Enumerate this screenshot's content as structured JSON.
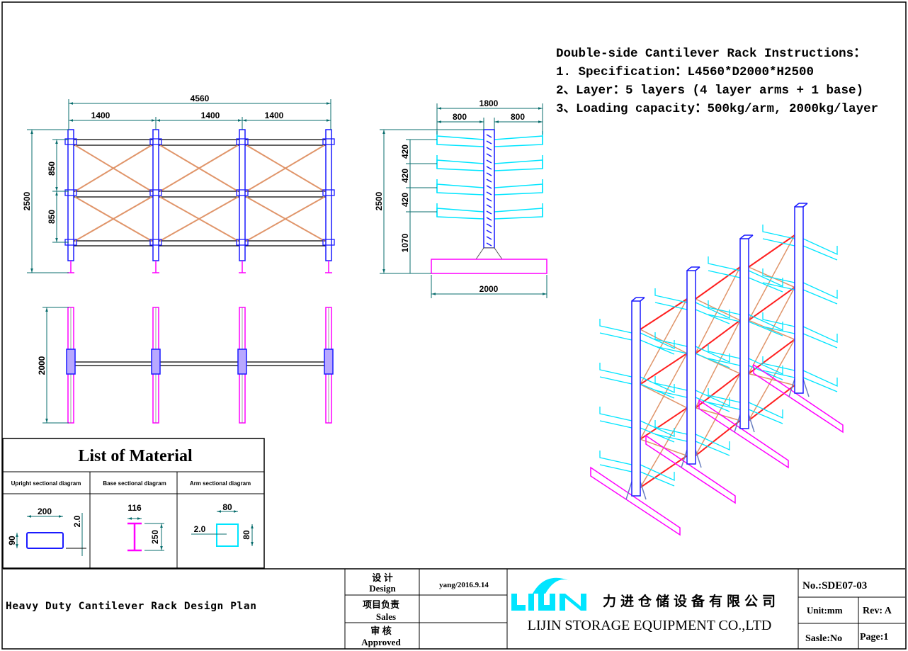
{
  "instructions": {
    "title": "Double-side Cantilever Rack Instructions：",
    "lines": [
      "1. Specification：L4560*D2000*H2500",
      "2、Layer：5 layers (4 layer arms + 1 base)",
      "3、Loading capacity：500kg/arm, 2000kg/layer"
    ]
  },
  "front_view": {
    "total_length": "4560",
    "bays": [
      "1400",
      "1400",
      "1400"
    ],
    "height": "2500",
    "spacings": [
      "850",
      "850"
    ]
  },
  "top_view": {
    "depth": "2000"
  },
  "side_view": {
    "width": "1800",
    "arm_lengths": [
      "800",
      "800"
    ],
    "height": "2500",
    "arm_spacings": [
      "420",
      "420",
      "420",
      "1070"
    ],
    "base_length": "2000"
  },
  "material_list": {
    "title": "List of Material",
    "columns": [
      "Upright sectional diagram",
      "Base sectional diagram",
      "Arm sectional diagram"
    ],
    "upright": {
      "width": "200",
      "height": "90",
      "thickness": "2.0"
    },
    "base": {
      "width": "116",
      "height": "250"
    },
    "arm": {
      "width": "80",
      "height": "80",
      "thickness": "2.0"
    }
  },
  "title_block": {
    "drawing_title": "Heavy Duty Cantilever Rack Design Plan",
    "design_cn": "设 计",
    "design_en": "Design",
    "design_value": "yang/2016.9.14",
    "sales_cn": "项目负责",
    "sales_en": "Sales",
    "approved_cn": "审 核",
    "approved_en": "Approved",
    "company_cn": "力进仓储设备有限公司",
    "company_en": "LIJIN STORAGE EQUIPMENT CO.,LTD",
    "logo_text": "LIJIN",
    "number": "No.:SDE07-03",
    "unit": "Unit:mm",
    "rev": "Rev: A",
    "scale": "Sasle:No",
    "page": "Page:1"
  },
  "colors": {
    "upright": "#1a1aff",
    "brace": "#e0956a",
    "base": "#ff00ff",
    "arm": "#00e5ff",
    "dimension": "#0a6e6e",
    "red_beam": "#ff2020"
  }
}
